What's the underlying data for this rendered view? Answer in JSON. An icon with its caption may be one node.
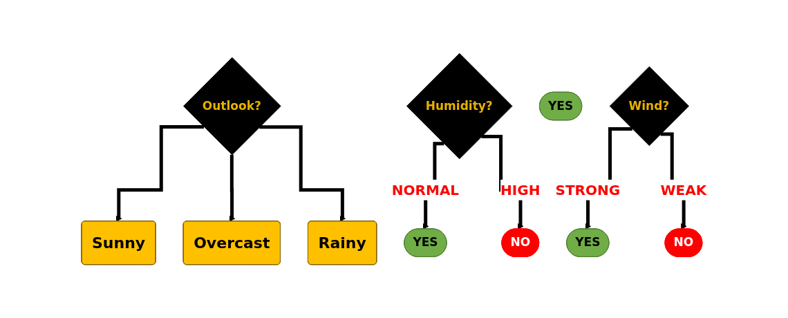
{
  "diagram": {
    "nodes": [
      {
        "text": [
          "Outlook?"
        ]
      },
      {
        "text": [
          "Sunny"
        ]
      },
      {
        "text": [
          "Overcast"
        ]
      },
      {
        "text": [
          "Rainy"
        ]
      },
      {
        "text": [
          "Humidity?"
        ]
      },
      {
        "text": [
          "YES"
        ]
      },
      {
        "text": [
          "NO"
        ]
      },
      {
        "text": [
          "YES"
        ]
      },
      {
        "text": [
          "Wind?"
        ]
      },
      {
        "text": [
          "YES"
        ]
      },
      {
        "text": [
          "NO"
        ]
      }
    ],
    "edges": [
      {
        "from": 0,
        "to": 1,
        "arrow": "to"
      },
      {
        "from": 0,
        "to": 2,
        "arrow": "to"
      },
      {
        "from": 0,
        "to": 3,
        "arrow": "to"
      },
      {
        "from": 4,
        "to": 5,
        "label": "NORMAL",
        "arrow": "to"
      },
      {
        "from": 4,
        "to": 6,
        "label": "HIGH",
        "arrow": "to"
      },
      {
        "from": 8,
        "to": 9,
        "label": "STRONG",
        "arrow": "to"
      },
      {
        "from": 8,
        "to": 10,
        "label": "WEAK",
        "arrow": "to"
      }
    ]
  }
}
